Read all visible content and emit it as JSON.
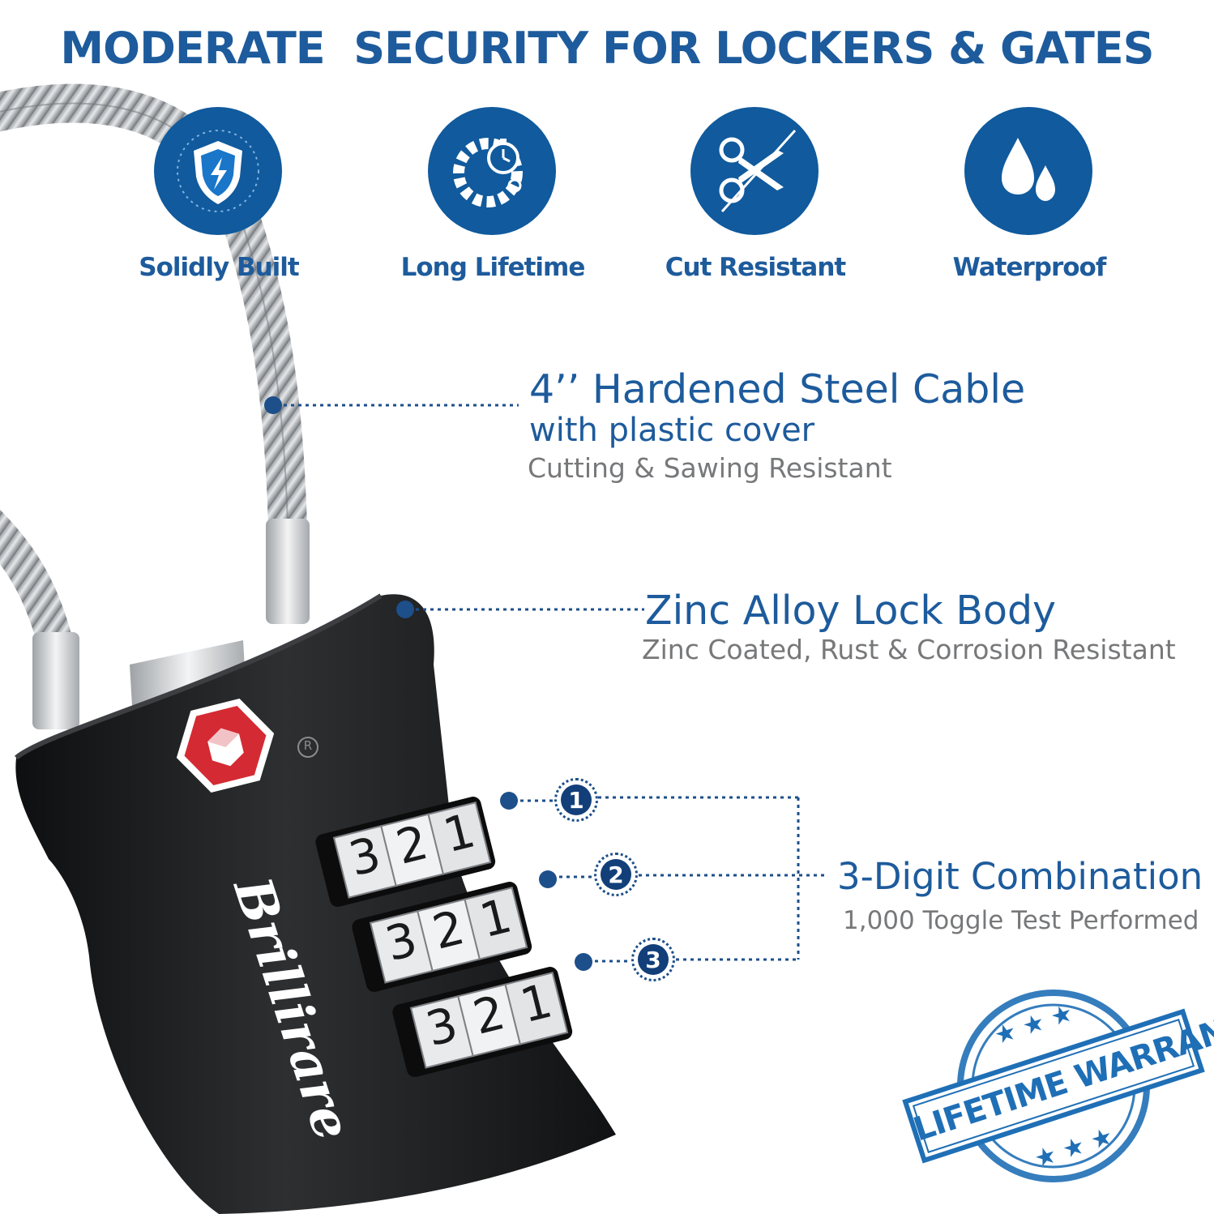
{
  "headline": "MODERATE  SECURITY FOR LOCKERS & GATES",
  "features": [
    {
      "label": "Solidly Built",
      "icon": "shield-lightning-icon"
    },
    {
      "label": "Long Lifetime",
      "icon": "gear-stopwatch-icon"
    },
    {
      "label": "Cut Resistant",
      "icon": "scissors-cut-icon"
    },
    {
      "label": "Waterproof",
      "icon": "water-drops-icon"
    }
  ],
  "callouts": {
    "cable": {
      "title": "4’’ Hardened Steel Cable",
      "subtitle": "with plastic cover",
      "detail": "Cutting & Sawing Resistant"
    },
    "body": {
      "title": "Zinc Alloy Lock Body",
      "detail": "Zinc Coated, Rust & Corrosion Resistant"
    },
    "combo": {
      "title": "3-Digit Combination",
      "detail": "1,000 Toggle Test Performed",
      "badges": [
        "1",
        "2",
        "3"
      ]
    }
  },
  "lock": {
    "brand": "Brillirare",
    "registered": "R",
    "dial_digits": [
      "3",
      "2",
      "1"
    ]
  },
  "stamp": {
    "text": "LIFETIME WARRANTY"
  },
  "colors": {
    "brand_blue": "#1d5b9c",
    "icon_blue": "#105a9d",
    "gray_text": "#77787a",
    "lock_black": "#1b1c1e",
    "tsa_red": "#d42a33"
  }
}
